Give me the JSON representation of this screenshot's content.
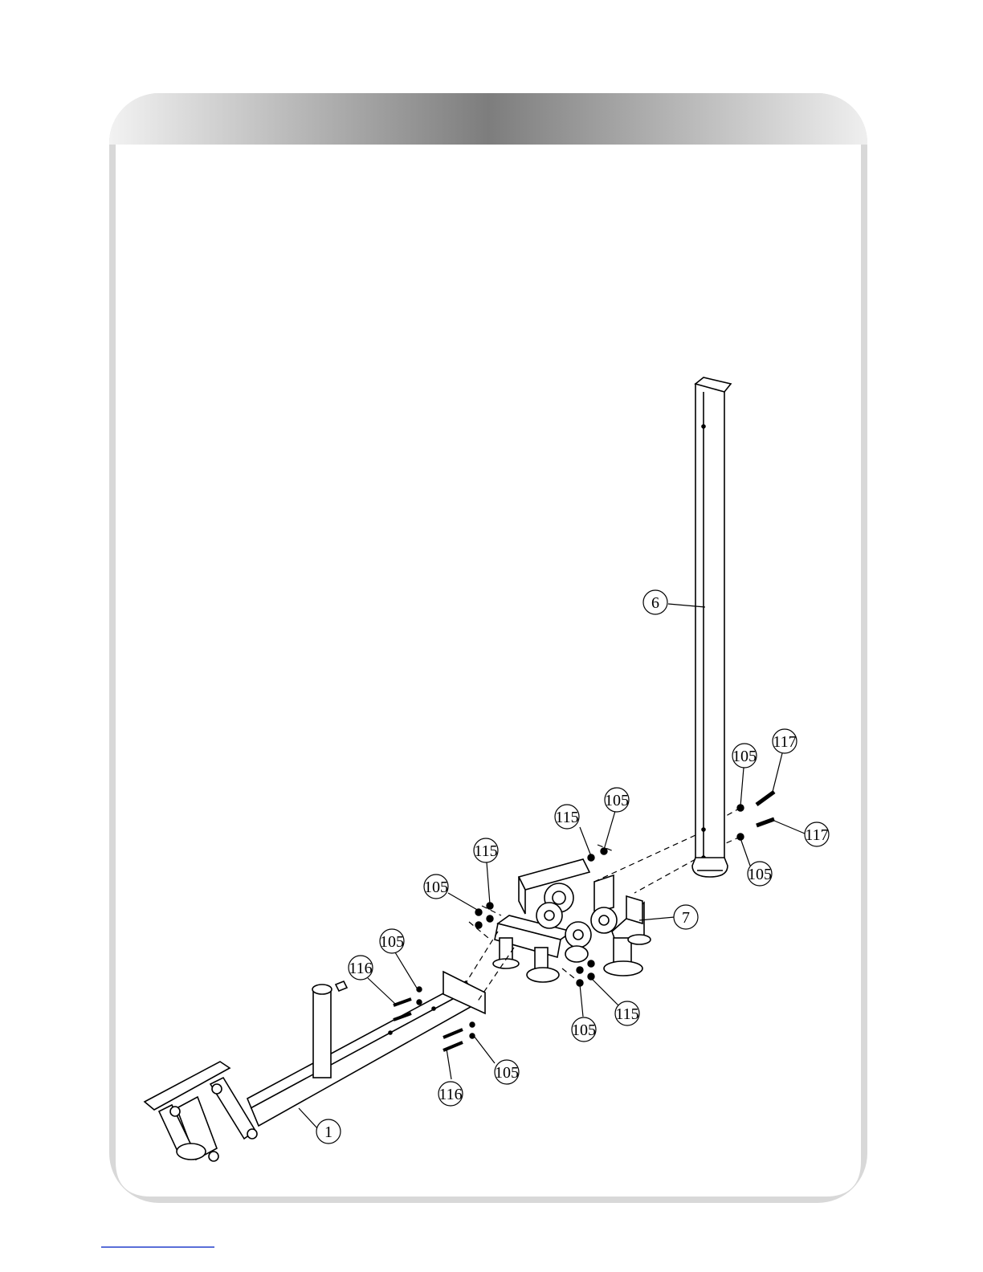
{
  "colors": {
    "frame_border": "#d7d7d7",
    "header_dark": "#7d7d7d",
    "header_light": "#efefef",
    "line": "#000000",
    "footer_rule": "#5a6fd8"
  },
  "callouts": {
    "c6": "6",
    "c7": "7",
    "c1": "1",
    "c117a": "117",
    "c117b": "117",
    "c105a": "105",
    "c105b": "105",
    "c105c": "105",
    "c105d": "105",
    "c105e": "105",
    "c105f": "105",
    "c105g": "105",
    "c115a": "115",
    "c115b": "115",
    "c115c": "115",
    "c116a": "116",
    "c116b": "116"
  }
}
